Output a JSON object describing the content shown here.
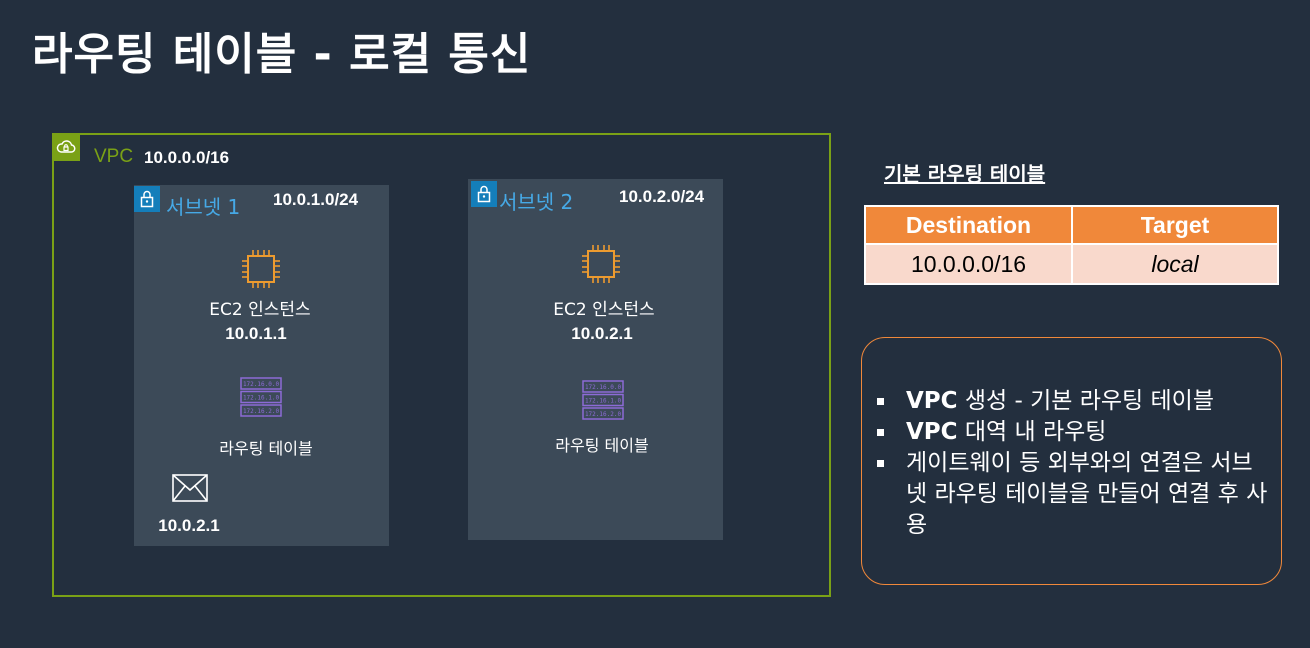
{
  "title": "라우팅 테이블 - 로컬 통신",
  "vpc": {
    "label": "VPC",
    "cidr": "10.0.0.0/16",
    "icon": "vpc-cloud-icon",
    "color": "#7aa116"
  },
  "subnets": [
    {
      "name": "서브넷 1",
      "cidr": "10.0.1.0/24",
      "icon": "lock-icon",
      "ec2_label": "EC2 인스턴스",
      "ec2_ip": "10.0.1.1",
      "route_table_label": "라우팅 테이블",
      "route_icon_lines": [
        "172.16.0.0",
        "172.16.1.0",
        "172.16.2.0"
      ],
      "packet_icon": "envelope-icon",
      "packet_dest": "10.0.2.1"
    },
    {
      "name": "서브넷 2",
      "cidr": "10.0.2.0/24",
      "icon": "lock-icon",
      "ec2_label": "EC2 인스턴스",
      "ec2_ip": "10.0.2.1",
      "route_table_label": "라우팅 테이블",
      "route_icon_lines": [
        "172.16.0.0",
        "172.16.1.0",
        "172.16.2.0"
      ]
    }
  ],
  "route_table": {
    "title": "기본 라우팅 테이블",
    "headers": [
      "Destination",
      "Target"
    ],
    "rows": [
      [
        "10.0.0.0/16",
        "local"
      ]
    ],
    "header_color": "#f0883a",
    "row_color": "#f9d9cc"
  },
  "notes": {
    "items": [
      {
        "bold": "VPC",
        "text": " 생성 - 기본 라우팅 테이블"
      },
      {
        "bold": "VPC",
        "text": " 대역 내 라우팅"
      },
      {
        "bold": "",
        "text": "게이트웨이 등 외부와의 연결은 서브넷 라우팅 테이블을 만들어 연결 후 사용"
      }
    ],
    "border_color": "#f0883a"
  }
}
